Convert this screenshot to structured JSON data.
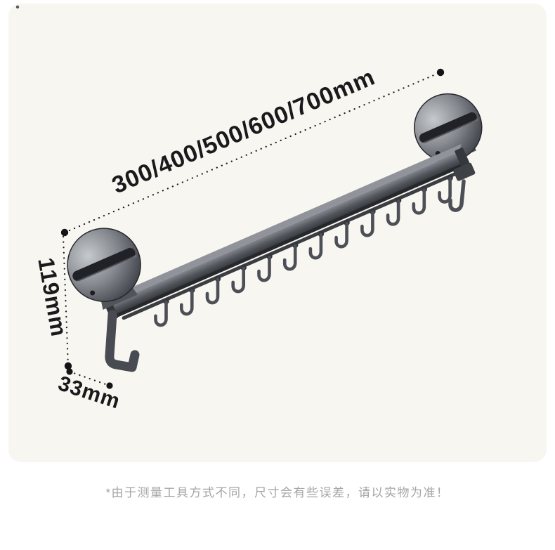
{
  "annotations": {
    "length": {
      "label": "300/400/500/600/700mm"
    },
    "height": {
      "label": "119mm"
    },
    "depth": {
      "label": "33mm"
    }
  },
  "product": {
    "hook_count": 12
  },
  "footnote": "*由于测量工具方式不同，尺寸会有些误差，请以实物为准！",
  "colors": {
    "page_bg": "#ffffff",
    "card_bg": "#f8f6f0",
    "annotation_color": "#1a1a1d",
    "footnote_color": "#a5a5a5",
    "metal_light": "#c6c9cd",
    "metal_mid": "#53565c",
    "metal_dark": "#2a2c30"
  }
}
